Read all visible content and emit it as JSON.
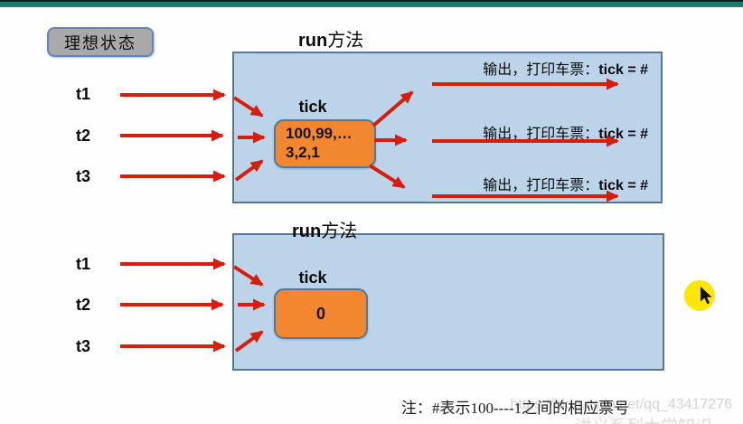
{
  "colors": {
    "top_bar": "#1b7a6d",
    "box_fill": "#bcd4ea",
    "box_border": "#55779c",
    "tick_fill": "#f2872f",
    "tick_border": "#4f79a5",
    "ideal_label_fill": "#a9a9a9",
    "ideal_label_border": "#5f86c0",
    "arrow_red": "#d71e0c",
    "cursor_highlight": "#ffe603",
    "watermark_gray": "#c9c9c9"
  },
  "ideal_label": "理想状态",
  "top_section": {
    "title_en": "run",
    "title_zh": "方法",
    "threads": [
      "t1",
      "t2",
      "t3"
    ],
    "tick_label": "tick",
    "tick_line1": "100,99,…",
    "tick_line2": "3,2,1",
    "outputs": [
      {
        "prefix": "输出，打印车票：",
        "value": "tick = #"
      },
      {
        "prefix": "输出，打印车票：",
        "value": "tick = #"
      },
      {
        "prefix": "输出，打印车票：",
        "value": "tick = #"
      }
    ]
  },
  "bottom_section": {
    "title_en": "run",
    "title_zh": "方法",
    "threads": [
      "t1",
      "t2",
      "t3"
    ],
    "tick_label": "tick",
    "tick_value": "0"
  },
  "note": "注：#表示100----1之间的相应票号",
  "watermarks": {
    "csdn_handle": "https://blog.csdn.net/qq_43417276",
    "bottom_partial": "讲义系列大学知识"
  }
}
